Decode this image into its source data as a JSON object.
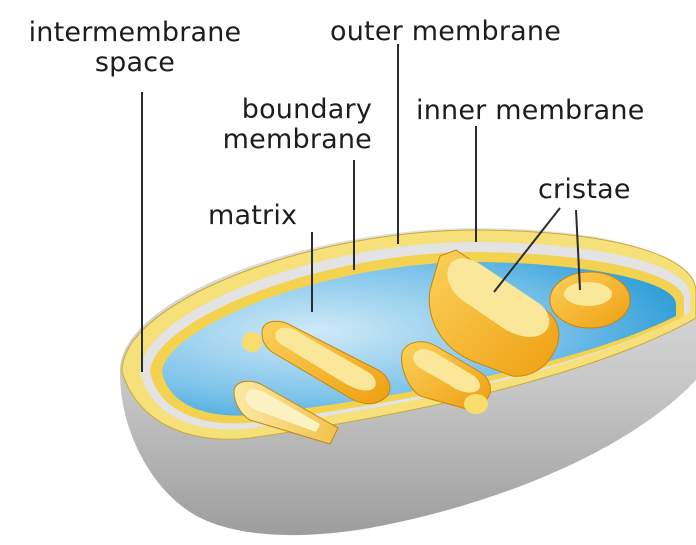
{
  "labels": {
    "intermembrane_space_line1": "intermembrane",
    "intermembrane_space_line2": "space",
    "outer_membrane": "outer membrane",
    "boundary_membrane_line1": "boundary",
    "boundary_membrane_line2": "membrane",
    "inner_membrane": "inner membrane",
    "matrix": "matrix",
    "cristae": "cristae"
  },
  "colors": {
    "outer_shell": "#c9c9c9",
    "outer_shell_dark": "#9a9a9a",
    "membrane_yellow": "#f6e27a",
    "cristae_orange": "#f5b31c",
    "matrix_blue": "#35a6dc",
    "matrix_light": "#a9d7ef",
    "intermembrane_gray": "#e6e6e6",
    "leader_line": "#2b2b2b"
  }
}
